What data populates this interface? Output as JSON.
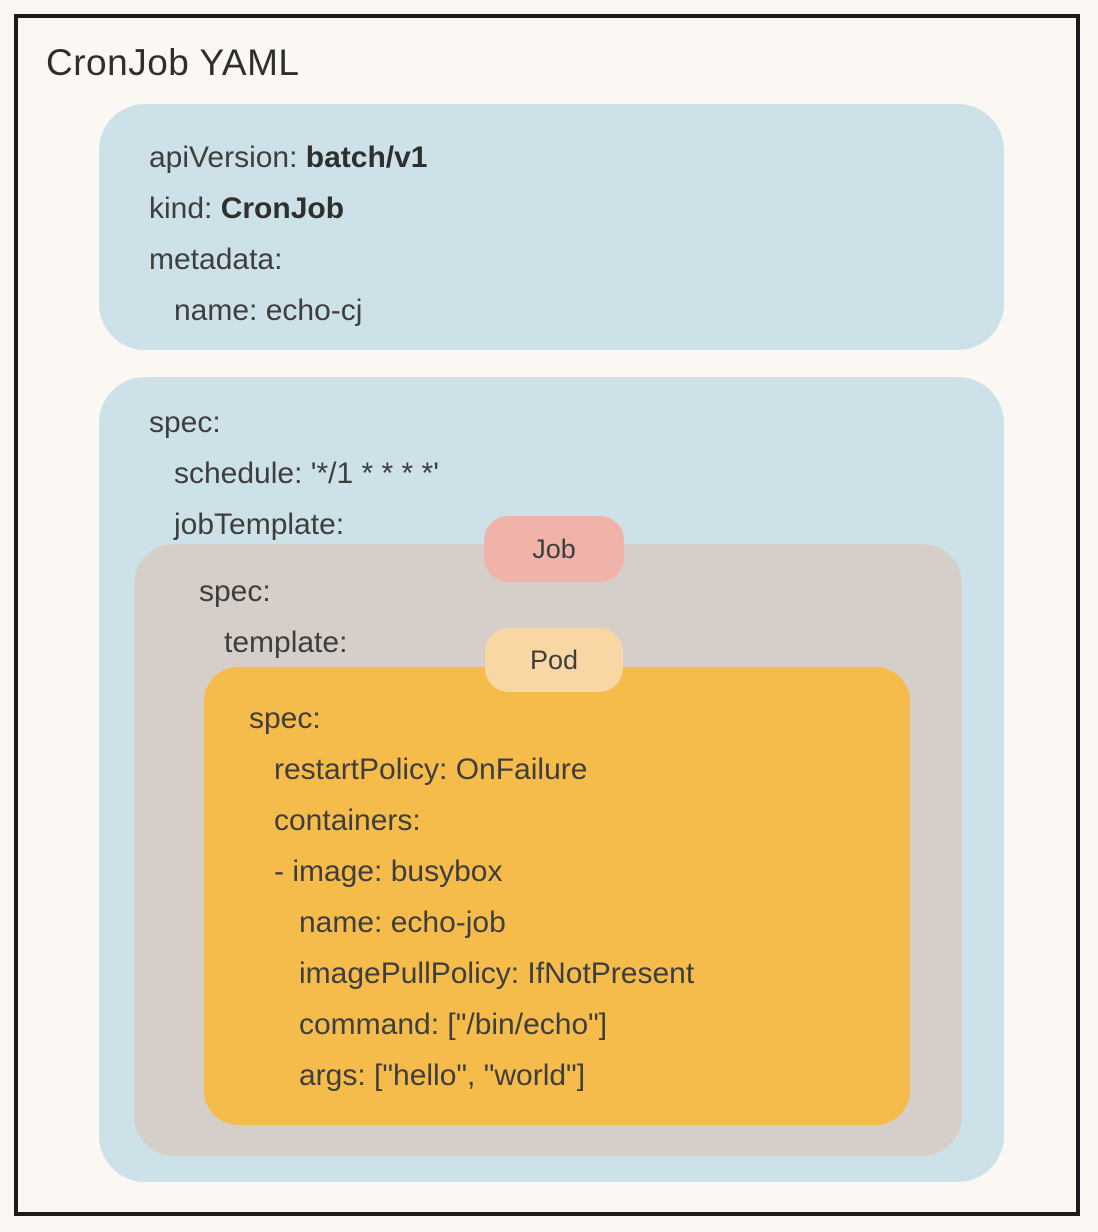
{
  "title": "CronJob YAML",
  "colors": {
    "background": "#fbf8f3",
    "frame_border": "#1c1c1c",
    "metadata_box": "#cde2e8",
    "spec_box": "#cde2e8",
    "job_box": "#d6cfc9",
    "pod_box": "#f6bc4b",
    "job_badge": "#f1b3a9",
    "pod_badge": "#f8d7a4",
    "text": "#3e3e3e"
  },
  "badges": {
    "job": "Job",
    "pod": "Pod"
  },
  "yaml": {
    "metadata_block": {
      "lines": [
        {
          "label": "apiVersion: ",
          "value": "batch/v1"
        },
        {
          "label": "kind: ",
          "value": "CronJob"
        },
        {
          "label": "metadata:",
          "value": ""
        },
        {
          "label": "name: echo-cj",
          "value": ""
        }
      ]
    },
    "spec_block": {
      "lines": [
        "spec:",
        "schedule: '*/1 * * * *'",
        "jobTemplate:"
      ]
    },
    "job_block": {
      "lines": [
        "spec:",
        "template:"
      ]
    },
    "pod_block": {
      "lines": [
        "spec:",
        "restartPolicy: OnFailure",
        "containers:",
        "- image: busybox",
        "name: echo-job",
        "imagePullPolicy: IfNotPresent",
        "command: [\"/bin/echo\"]",
        "args: [\"hello\", \"world\"]"
      ]
    }
  }
}
